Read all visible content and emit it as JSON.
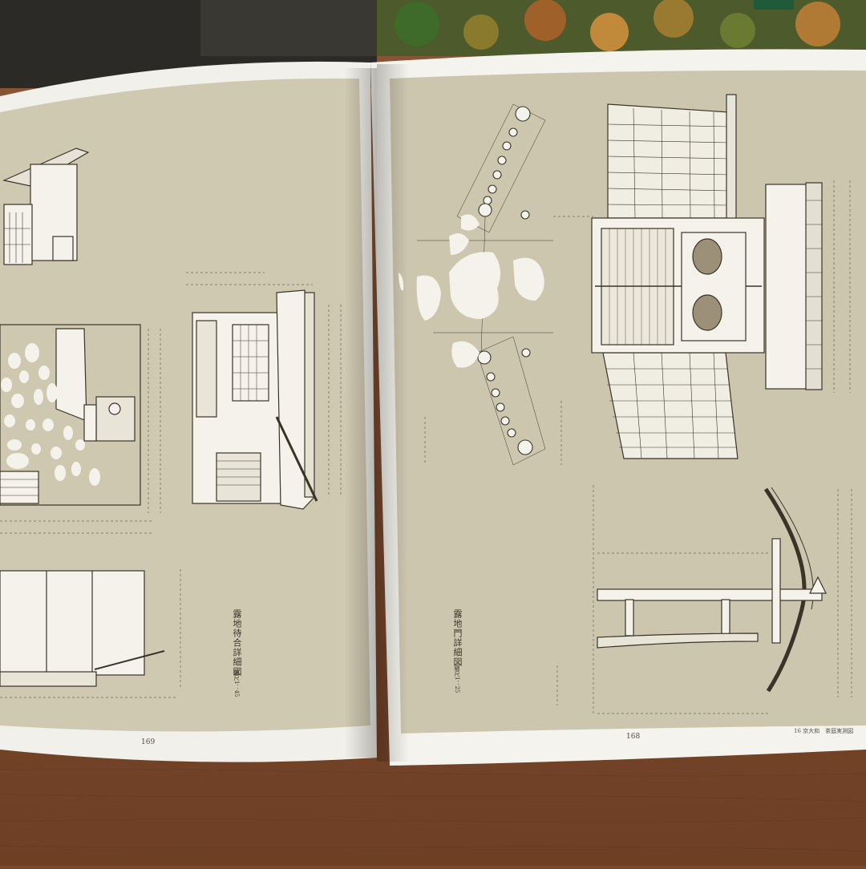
{
  "photo": {
    "subject": "open-architecture-book",
    "colors": {
      "table": "#7a4a2e",
      "paper": "#f4f2ec",
      "plate": "#cfc8b0",
      "ink": "#3a3428"
    }
  },
  "left_page": {
    "plate_title": "露地待合詳細図",
    "plate_scale": "縮尺1：45",
    "page_number": "169"
  },
  "right_page": {
    "plate_title": "露地門詳細図",
    "plate_scale": "縮尺1：25",
    "page_number": "168",
    "footer_credit": "16 京大和　茶庭実測図"
  }
}
